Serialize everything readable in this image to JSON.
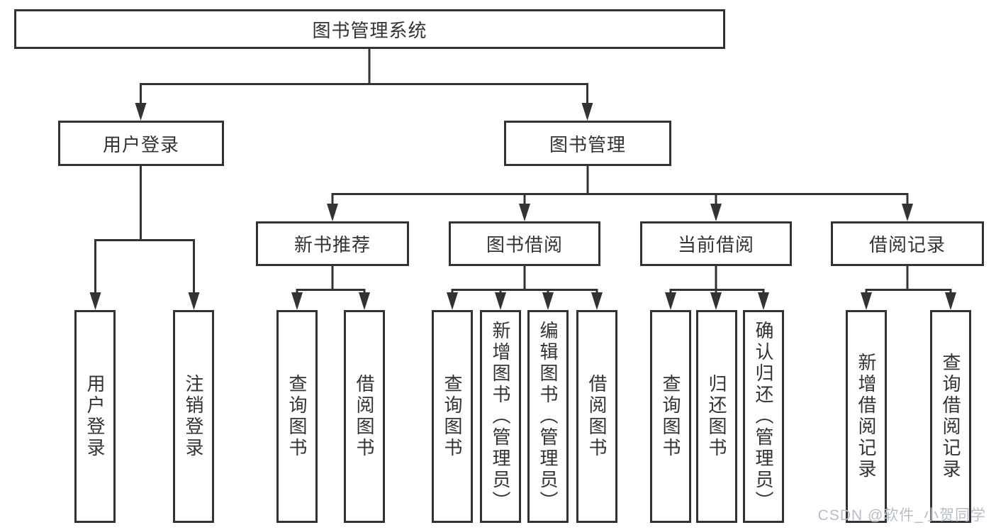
{
  "diagram": {
    "root": {
      "label": "图书管理系统"
    },
    "children": [
      {
        "label": "用户登录",
        "children": [
          {
            "label": "用户登录"
          },
          {
            "label": "注销登录"
          }
        ]
      },
      {
        "label": "图书管理",
        "children": [
          {
            "label": "新书推荐",
            "children": [
              {
                "label": "查询图书"
              },
              {
                "label": "借阅图书"
              }
            ]
          },
          {
            "label": "图书借阅",
            "children": [
              {
                "label": "查询图书"
              },
              {
                "label": "新增图书（管理员）"
              },
              {
                "label": "编辑图书（管理员）"
              },
              {
                "label": "借阅图书"
              }
            ]
          },
          {
            "label": "当前借阅",
            "children": [
              {
                "label": "查询图书"
              },
              {
                "label": "归还图书"
              },
              {
                "label": "确认归还（管理员）"
              }
            ]
          },
          {
            "label": "借阅记录",
            "children": [
              {
                "label": "新增借阅记录"
              },
              {
                "label": "查询借阅记录"
              }
            ]
          }
        ]
      }
    ]
  },
  "watermark": {
    "text": "CSDN @软件_小贺同学"
  },
  "colors": {
    "line": "#333333",
    "text": "#333333",
    "background": "#ffffff",
    "watermark_text": "#b7bdc8"
  }
}
